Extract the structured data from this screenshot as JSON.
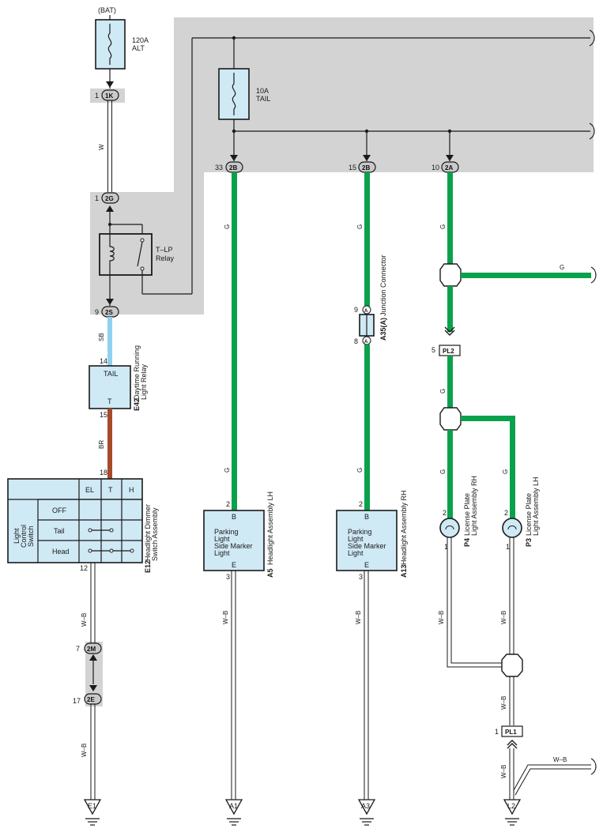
{
  "diagram": {
    "power": {
      "bat_label": "(BAT)",
      "alt_fuse_amp": "120A",
      "alt_fuse_name": "ALT",
      "tail_fuse_amp": "10A",
      "tail_fuse_name": "TAIL"
    },
    "relay": {
      "name": "T–LP",
      "name2": "Relay"
    },
    "drl": {
      "terminal_top": "TAIL",
      "terminal_bottom": "T",
      "code": "E42",
      "name1": "Daytime Running",
      "name2": "Light Relay"
    },
    "switch": {
      "col1": "EL",
      "col2": "T",
      "col3": "H",
      "row1": "OFF",
      "row2": "Tail",
      "row3": "Head",
      "side1": "Light",
      "side2": "Control",
      "side3": "Switch",
      "code": "E12",
      "name1": "Headlight Dimmer",
      "name2": "Switch Assembly"
    },
    "headlight_lh": {
      "code": "A5",
      "name": "Headlight Assembly LH",
      "term_b": "B",
      "term_e": "E",
      "l1": "Parking",
      "l2": "Light",
      "l3": "Side Marker",
      "l4": "Light"
    },
    "headlight_rh": {
      "code": "A13",
      "name": "Headlight Assembly RH",
      "term_b": "B",
      "term_e": "E",
      "l1": "Parking",
      "l2": "Light",
      "l3": "Side Marker",
      "l4": "Light"
    },
    "junction": {
      "code": "A35(A)",
      "name": "Junction Connector",
      "pin": "A"
    },
    "plate_rh": {
      "code": "P4",
      "name1": "License Plate",
      "name2": "Light Assembly RH"
    },
    "plate_lh": {
      "code": "P3",
      "name1": "License Plate",
      "name2": "Light Assembly LH"
    },
    "connectors": {
      "c1k": "1K",
      "c2g": "2G",
      "c2s": "2S",
      "c2m": "2M",
      "c2e": "2E",
      "c2b": "2B",
      "c2a": "2A",
      "pl2": "PL2",
      "pl1": "PL1"
    },
    "pins": {
      "p1": "1",
      "p2": "2",
      "p3": "3",
      "p5": "5",
      "p7": "7",
      "p8": "8",
      "p9": "9",
      "p10": "10",
      "p12": "12",
      "p14": "14",
      "p15": "15",
      "p17": "17",
      "p18": "18",
      "p33": "33"
    },
    "wires": {
      "w": "W",
      "sb": "SB",
      "br": "BR",
      "g": "G",
      "wb": "W–B"
    },
    "grounds": {
      "e1": "E1",
      "a1": "A1",
      "a3": "A3",
      "l2": "L2"
    },
    "colors": {
      "green": "#0aa14c",
      "sky_blue": "#8dd3f0",
      "brown": "#a8492a",
      "gray_area": "#d3d3d3",
      "component_fill": "#cfe9f5"
    }
  }
}
